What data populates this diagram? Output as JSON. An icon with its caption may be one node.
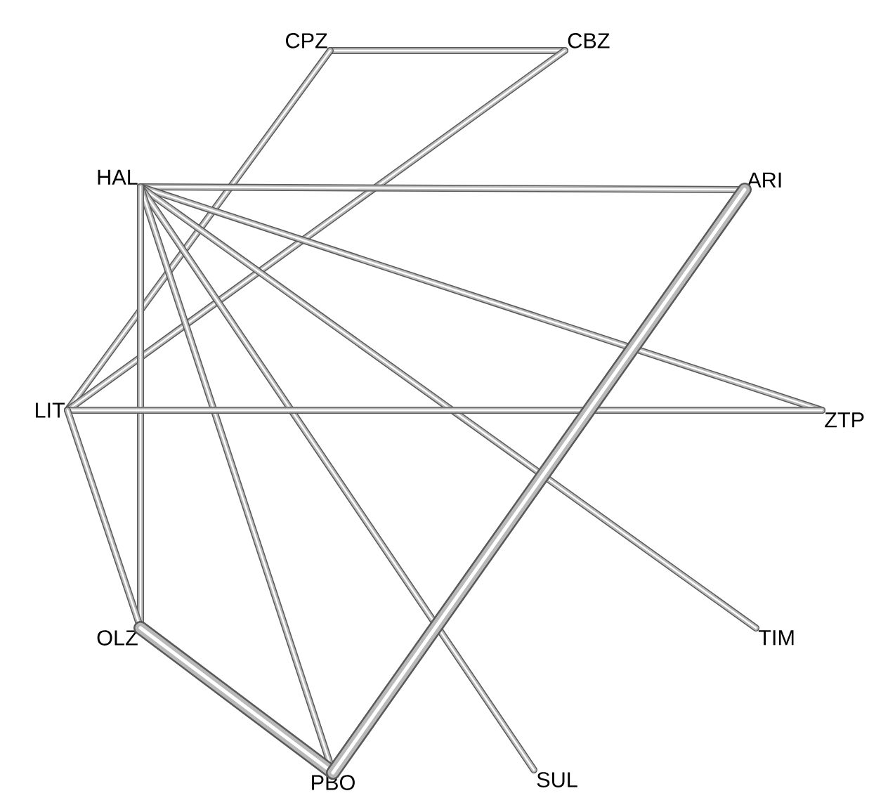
{
  "diagram": {
    "nodes": [
      {
        "text": [
          "CPZ"
        ]
      },
      {
        "text": [
          "CBZ"
        ]
      },
      {
        "text": [
          "HAL"
        ]
      },
      {
        "text": [
          "ARI"
        ]
      },
      {
        "text": [
          "LIT"
        ]
      },
      {
        "text": [
          "ZTP"
        ]
      },
      {
        "text": [
          "OLZ"
        ]
      },
      {
        "text": [
          "TIM"
        ]
      },
      {
        "text": [
          "PBO"
        ]
      },
      {
        "text": [
          "SUL"
        ]
      }
    ],
    "edges": [
      {
        "from": 0,
        "to": 1,
        "arrow": "none"
      },
      {
        "from": 0,
        "to": 4,
        "arrow": "none"
      },
      {
        "from": 1,
        "to": 4,
        "arrow": "none"
      },
      {
        "from": 2,
        "to": 3,
        "arrow": "none"
      },
      {
        "from": 2,
        "to": 5,
        "arrow": "none"
      },
      {
        "from": 2,
        "to": 7,
        "arrow": "none"
      },
      {
        "from": 2,
        "to": 9,
        "arrow": "none"
      },
      {
        "from": 2,
        "to": 8,
        "arrow": "none"
      },
      {
        "from": 2,
        "to": 6,
        "arrow": "none"
      },
      {
        "from": 4,
        "to": 5,
        "arrow": "none"
      },
      {
        "from": 4,
        "to": 6,
        "arrow": "none"
      },
      {
        "from": 6,
        "to": 8,
        "arrow": "none",
        "style": "thick"
      },
      {
        "from": 3,
        "to": 8,
        "arrow": "none",
        "style": "thick"
      }
    ]
  }
}
